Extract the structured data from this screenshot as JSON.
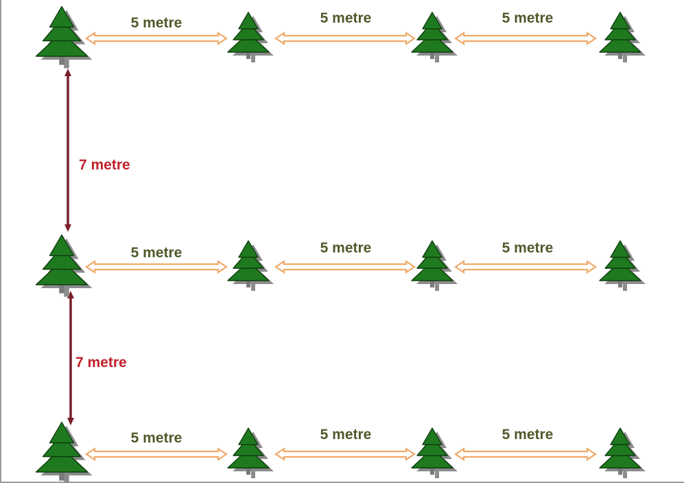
{
  "diagram": {
    "horizontal_spacing_label": "5 metre",
    "vertical_spacing_label": "7 metre",
    "rows": 3,
    "trees_per_row": 4,
    "colors": {
      "tree_fill": "#1f7a1f",
      "tree_shadow": "#8c8c8c",
      "trunk": "#7a7a7a",
      "horizontal_arrow": "#f0a868",
      "vertical_arrow": "#7a1f2a",
      "horizontal_text": "#4f5a2b",
      "vertical_text": "#c0202a"
    },
    "icon": "pine-tree-icon"
  }
}
